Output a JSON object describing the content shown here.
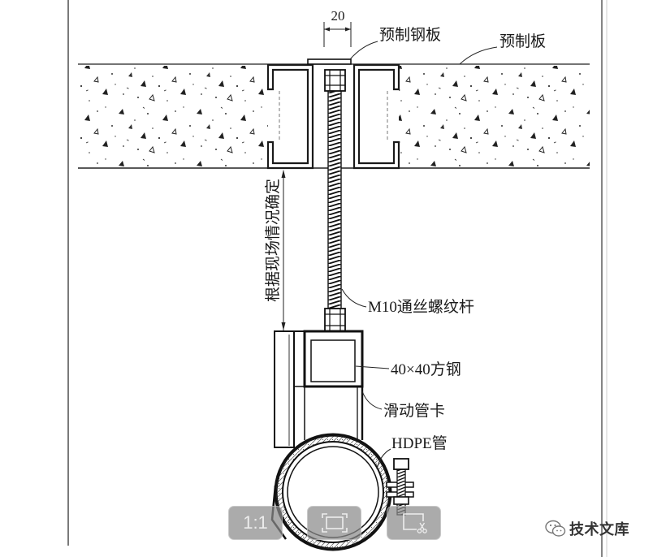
{
  "drawing": {
    "dimension_top": "20",
    "label_steel_plate": "预制钢板",
    "label_slab": "预制板",
    "label_rod": "M10通丝螺纹杆",
    "label_square_steel": "40×40方钢",
    "label_clamp": "滑动管卡",
    "label_pipe": "HDPE管",
    "dimension_vertical": "根据现场情况确定"
  },
  "viewer": {
    "actual_size_label": "1:1",
    "fit_icon": "fit-screen-icon",
    "edit_icon": "crop-edit-icon"
  },
  "watermark": {
    "icon": "wechat-icon",
    "text": "技术文库"
  },
  "colors": {
    "line": "#1a1a1a",
    "button_bg": "#8a8a8a",
    "watermark_text": "#333333"
  }
}
